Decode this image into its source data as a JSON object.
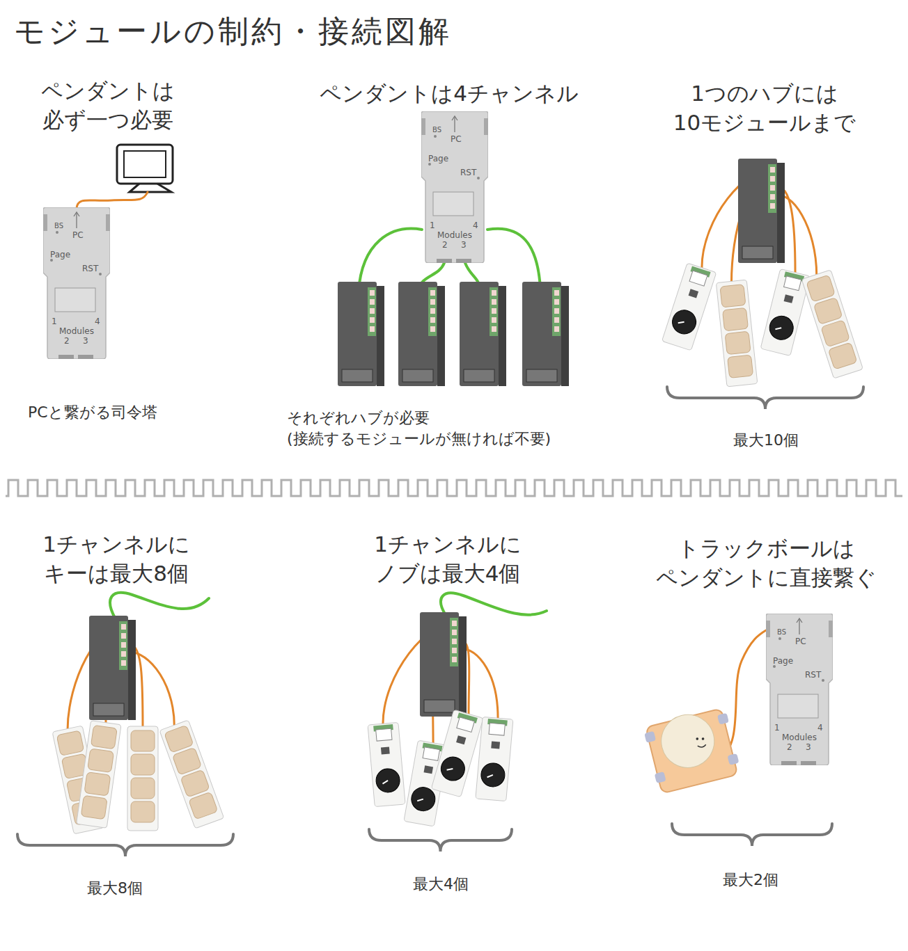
{
  "diagram": {
    "title": "モジュールの制約・接続図解",
    "nodes": [
      {
        "text": [
          "BS",
          "PC",
          "Page",
          "RST",
          "1",
          "4",
          "Modules",
          "2",
          "3"
        ]
      },
      {
        "text": [
          "BS",
          "PC",
          "Page",
          "RST",
          "1",
          "4",
          "Modules",
          "2",
          "3"
        ]
      },
      {
        "text": [
          "BS",
          "PC",
          "Page",
          "RST",
          "1",
          "4",
          "Modules",
          "2",
          "3"
        ]
      }
    ],
    "labels": [
      "ペンダントは 必ず一つ必要",
      "ペンダントは4チャンネル",
      "1つのハブには 10モジュールまで",
      "PCと繋がる司令塔",
      "それぞれハブが必要 (接続するモジュールが無ければ不要)",
      "最大10個",
      "1チャンネルに キーは最大8個",
      "1チャンネルに ノブは最大4個",
      "トラックボールは ペンダントに直接繋ぐ",
      "最大8個",
      "最大4個",
      "最大2個"
    ]
  }
}
